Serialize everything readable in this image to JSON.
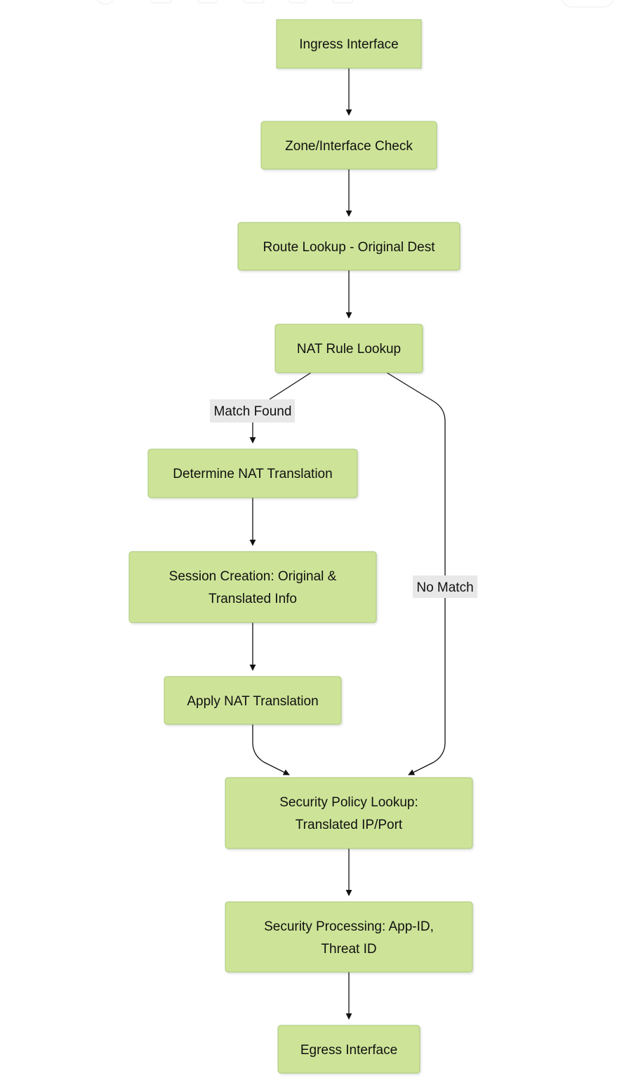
{
  "nodes": {
    "ingress": {
      "lines": [
        "Ingress Interface"
      ]
    },
    "zone_check": {
      "lines": [
        "Zone/Interface Check"
      ]
    },
    "route_lookup": {
      "lines": [
        "Route Lookup - Original Dest"
      ]
    },
    "nat_rule_lookup": {
      "lines": [
        "NAT Rule Lookup"
      ]
    },
    "determine_nat": {
      "lines": [
        "Determine NAT Translation"
      ]
    },
    "session_creation": {
      "lines": [
        "Session Creation: Original &",
        "Translated Info"
      ]
    },
    "apply_nat": {
      "lines": [
        "Apply NAT Translation"
      ]
    },
    "security_policy": {
      "lines": [
        "Security Policy Lookup:",
        "Translated IP/Port"
      ]
    },
    "security_processing": {
      "lines": [
        "Security Processing: App-ID,",
        "Threat ID"
      ]
    },
    "egress": {
      "lines": [
        "Egress Interface"
      ]
    }
  },
  "edges": {
    "match_found": "Match Found",
    "no_match": "No Match"
  },
  "colors": {
    "node_fill": "#cde498",
    "node_stroke": "#a9c97a",
    "edge": "#111111",
    "label_bg": "#e8e8e8"
  }
}
